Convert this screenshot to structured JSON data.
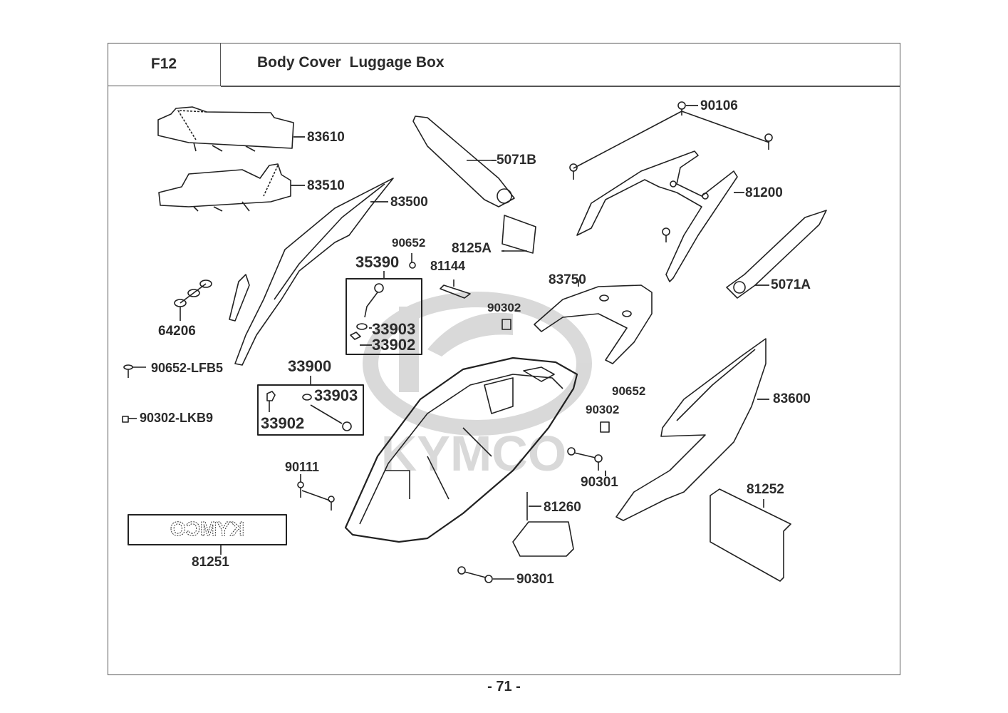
{
  "header": {
    "section_code": "F12",
    "title": "Body Cover  Luggage Box"
  },
  "watermark": {
    "text": "KYMCO"
  },
  "emblem_text": "KYMCO",
  "parts": [
    {
      "id": "83610",
      "label": "83610"
    },
    {
      "id": "83510",
      "label": "83510"
    },
    {
      "id": "83500",
      "label": "83500"
    },
    {
      "id": "5071B",
      "label": "5071B"
    },
    {
      "id": "90106",
      "label": "90106"
    },
    {
      "id": "81200",
      "label": "81200"
    },
    {
      "id": "8125A",
      "label": "8125A"
    },
    {
      "id": "90652-a",
      "label": "90652"
    },
    {
      "id": "35390",
      "label": "35390"
    },
    {
      "id": "81144",
      "label": "81144"
    },
    {
      "id": "83750",
      "label": "83750"
    },
    {
      "id": "5071A",
      "label": "5071A"
    },
    {
      "id": "90302-a",
      "label": "90302"
    },
    {
      "id": "33903-a",
      "label": "33903"
    },
    {
      "id": "33902-a",
      "label": "33902"
    },
    {
      "id": "64206",
      "label": "64206"
    },
    {
      "id": "90652-LFB5",
      "label": "90652-LFB5"
    },
    {
      "id": "33900",
      "label": "33900"
    },
    {
      "id": "33903-b",
      "label": "33903"
    },
    {
      "id": "33902-b",
      "label": "33902"
    },
    {
      "id": "90302-LKB9",
      "label": "90302-LKB9"
    },
    {
      "id": "90652-b",
      "label": "90652"
    },
    {
      "id": "90302-b",
      "label": "90302"
    },
    {
      "id": "83600",
      "label": "83600"
    },
    {
      "id": "90111",
      "label": "90111"
    },
    {
      "id": "90301-a",
      "label": "90301"
    },
    {
      "id": "81252",
      "label": "81252"
    },
    {
      "id": "81260",
      "label": "81260"
    },
    {
      "id": "81251",
      "label": "81251"
    },
    {
      "id": "90301-b",
      "label": "90301"
    }
  ],
  "footer": {
    "page_number": "- 71 -"
  }
}
